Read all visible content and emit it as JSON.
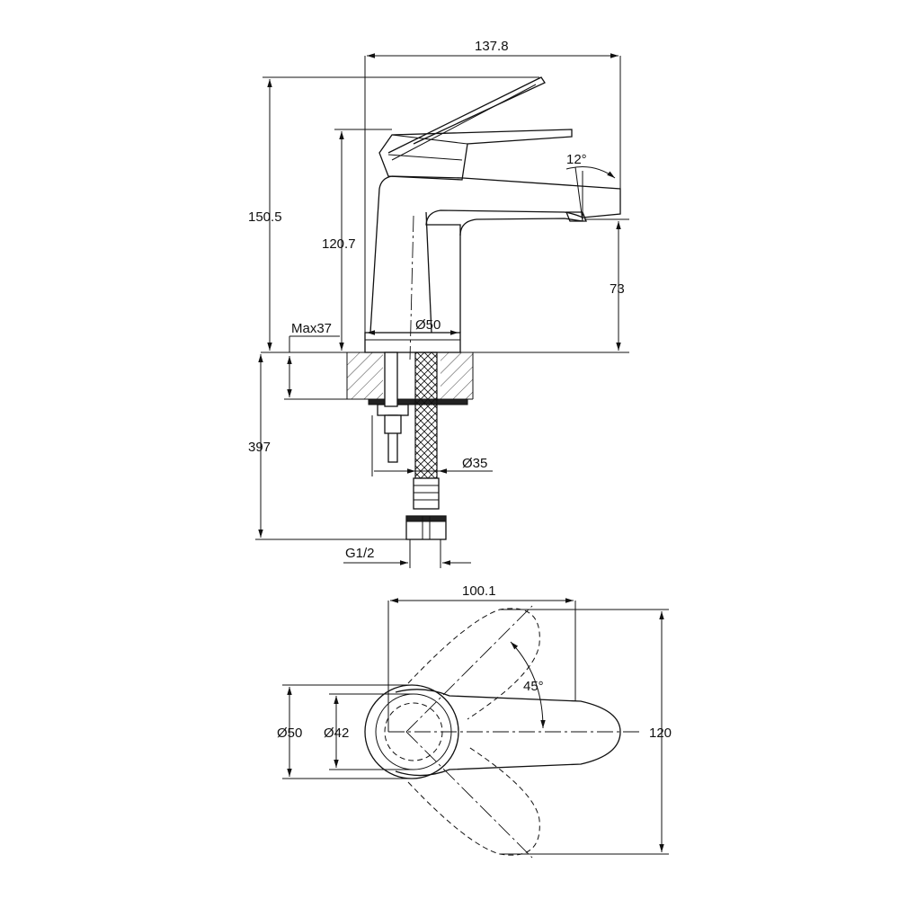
{
  "dimensions": {
    "overall_length": "137.8",
    "overall_height": "150.5",
    "body_height": "120.7",
    "spout_height": "73",
    "spout_angle": "12°",
    "base_diameter": "Ø50",
    "max_deck_thickness": "Max37",
    "hose_length": "397",
    "shank_diameter": "Ø35",
    "connection_thread": "G1/2",
    "plan_length": "100.1",
    "handle_angle": "45°",
    "plan_width": "120",
    "plan_outer_diameter": "Ø50",
    "plan_inner_diameter": "Ø42"
  }
}
